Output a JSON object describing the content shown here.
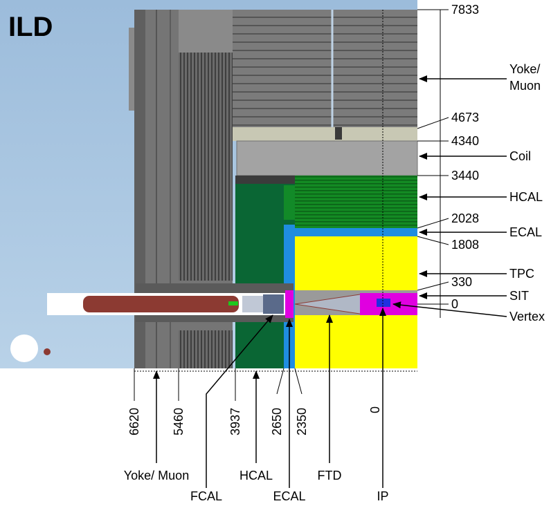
{
  "title": "ILD",
  "colors": {
    "background": "#a9c6e0",
    "yoke": "#7a7a7a",
    "coil": "#a3a3a3",
    "hcal": "#0f7a1c",
    "endcap_hcal": "#0a6634",
    "ecal": "#1f8de0",
    "tpc": "#ffff00",
    "sit": "#9a9a9a",
    "vertex": "#e000e0",
    "beampipe": "#8c3a32"
  },
  "right_ticks": [
    {
      "value": "7833"
    },
    {
      "value": "4673"
    },
    {
      "value": "4340"
    },
    {
      "value": "3440"
    },
    {
      "value": "2028"
    },
    {
      "value": "1808"
    },
    {
      "value": "330"
    },
    {
      "value": "0"
    }
  ],
  "right_labels": [
    {
      "line1": "Yoke/",
      "line2": "Muon"
    },
    {
      "line1": "Coil",
      "line2": ""
    },
    {
      "line1": "HCAL",
      "line2": ""
    },
    {
      "line1": "ECAL",
      "line2": ""
    },
    {
      "line1": "TPC",
      "line2": ""
    },
    {
      "line1": "SIT",
      "line2": ""
    },
    {
      "line1": "Vertex",
      "line2": ""
    }
  ],
  "bottom_ticks": [
    {
      "value": "6620"
    },
    {
      "value": "5460"
    },
    {
      "value": "3937"
    },
    {
      "value": "2650"
    },
    {
      "value": "2350"
    },
    {
      "value": "0"
    }
  ],
  "bottom_labels": [
    {
      "text": "Yoke/ Muon"
    },
    {
      "text": "HCAL"
    },
    {
      "text": "FTD"
    },
    {
      "text": "FCAL"
    },
    {
      "text": "ECAL"
    },
    {
      "text": "IP"
    }
  ]
}
